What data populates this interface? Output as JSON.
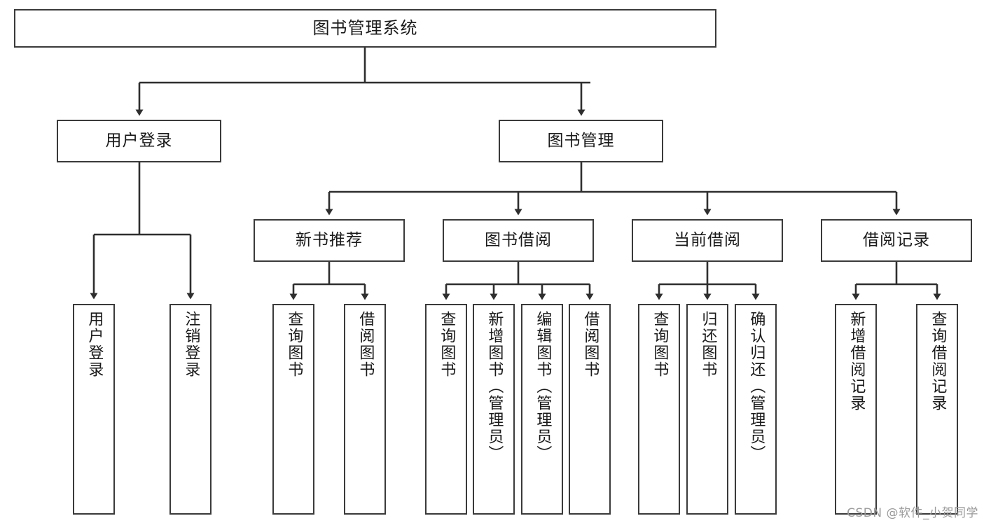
{
  "diagram": {
    "title": "图书管理系统",
    "type": "functional-decomposition-tree",
    "root": {
      "label": "图书管理系统"
    },
    "level2": [
      {
        "label": "用户登录"
      },
      {
        "label": "图书管理"
      }
    ],
    "level3": [
      {
        "label": "新书推荐"
      },
      {
        "label": "图书借阅"
      },
      {
        "label": "当前借阅"
      },
      {
        "label": "借阅记录"
      }
    ],
    "leaves": {
      "user_login": [
        {
          "label": "用户登录"
        },
        {
          "label": "注销登录"
        }
      ],
      "new_book_recommend": [
        {
          "label": "查询图书"
        },
        {
          "label": "借阅图书"
        }
      ],
      "book_borrow": [
        {
          "label": "查询图书"
        },
        {
          "label": "新增图书（管理员）"
        },
        {
          "label": "编辑图书（管理员）"
        },
        {
          "label": "借阅图书"
        }
      ],
      "current_borrow": [
        {
          "label": "查询图书"
        },
        {
          "label": "归还图书"
        },
        {
          "label": "确认归还（管理员）"
        }
      ],
      "borrow_record": [
        {
          "label": "新增借阅记录"
        },
        {
          "label": "查询借阅记录"
        }
      ]
    },
    "watermark": "CSDN @软件_小贺同学",
    "colors": {
      "stroke": "#3a3a3a",
      "text": "#1a1a1a",
      "background": "#ffffff",
      "watermark": "#9a9a9a"
    }
  }
}
